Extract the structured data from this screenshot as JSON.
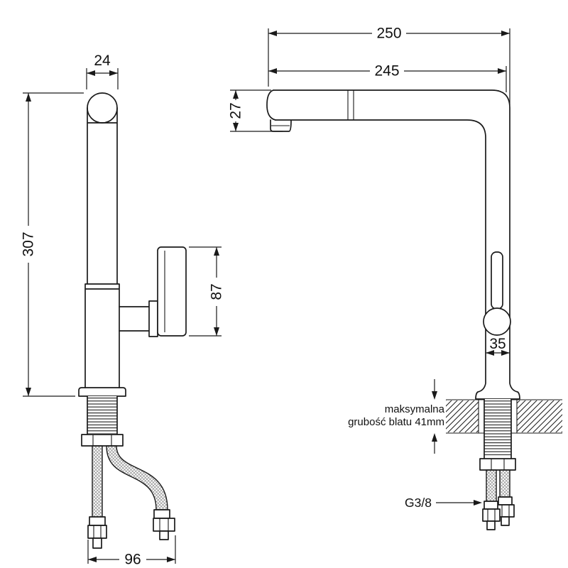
{
  "diagram": {
    "colors": {
      "background": "#ffffff",
      "line": "#1a1a1a"
    },
    "side_view": {
      "dims": {
        "top_width": "24",
        "height": "307",
        "handle_height": "87",
        "base_spread": "96"
      }
    },
    "front_view": {
      "dims": {
        "overall_reach": "250",
        "spout_reach": "245",
        "spout_height": "27",
        "body_diameter": "35"
      },
      "countertop_note": {
        "line1": "maksymalna",
        "line2": "grubość blatu 41mm"
      },
      "connection_thread": "G3/8"
    }
  }
}
